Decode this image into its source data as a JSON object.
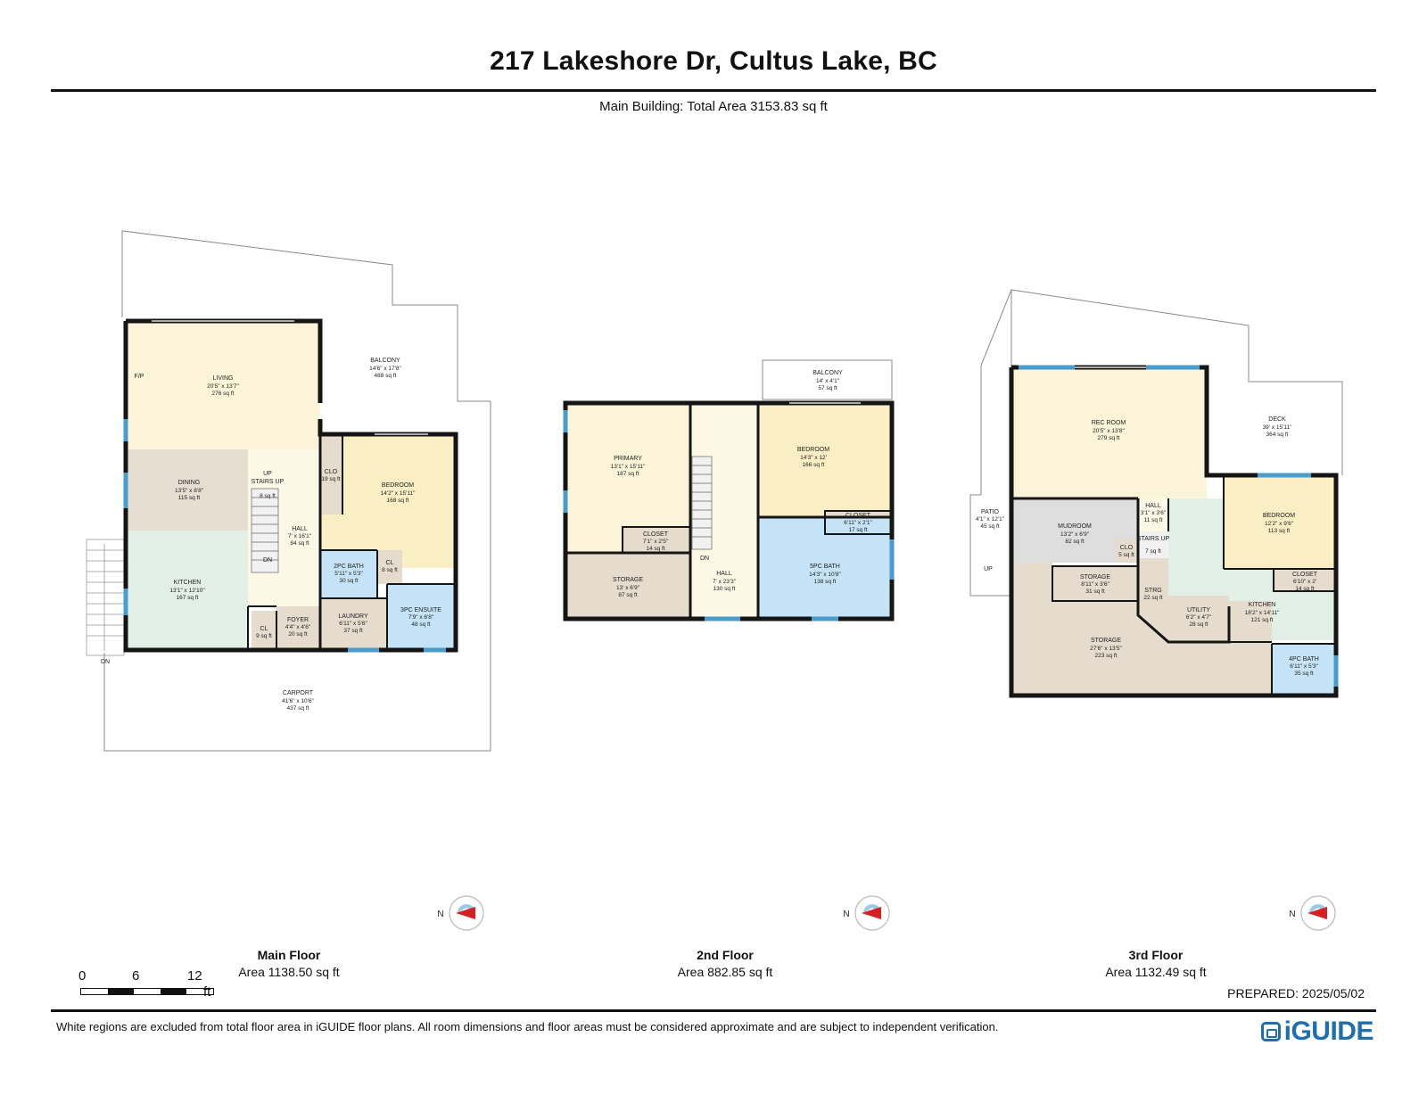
{
  "header": {
    "title": "217 Lakeshore Dr, Cultus Lake, BC",
    "subtitle": "Main Building: Total Area 3153.83 sq ft"
  },
  "floors": [
    {
      "name": "Main Floor",
      "area": "Area 1138.50 sq ft",
      "rooms": [
        {
          "name": "LIVING",
          "dim": "20'5\" x 13'7\"",
          "area": "276 sq ft"
        },
        {
          "name": "BALCONY",
          "dim": "14'6\" x 17'8\"",
          "area": "488 sq ft"
        },
        {
          "name": "DINING",
          "dim": "13'5\" x 8'8\"",
          "area": "115 sq ft"
        },
        {
          "name": "BEDROOM",
          "dim": "14'2\" x 15'11\"",
          "area": "168 sq ft"
        },
        {
          "name": "KITCHEN",
          "dim": "13'1\" x 12'10\"",
          "area": "167 sq ft"
        },
        {
          "name": "HALL",
          "dim": "7' x 16'1\"",
          "area": "84 sq ft"
        },
        {
          "name": "2PC BATH",
          "dim": "5'11\" x 5'3\"",
          "area": "30 sq ft"
        },
        {
          "name": "3PC ENSUITE",
          "dim": "7'9\" x 6'8\"",
          "area": "48 sq ft"
        },
        {
          "name": "LAUNDRY",
          "dim": "6'11\" x 5'6\"",
          "area": "37 sq ft"
        },
        {
          "name": "FOYER",
          "dim": "4'4\" x 4'6\"",
          "area": "20 sq ft"
        },
        {
          "name": "CLO",
          "dim": "",
          "area": "19 sq ft"
        },
        {
          "name": "CL",
          "dim": "",
          "area": "8 sq ft"
        },
        {
          "name": "CL",
          "dim": "",
          "area": "9 sq ft"
        },
        {
          "name": "STAIRS UP",
          "dim": "",
          "area": "8 sq ft"
        },
        {
          "name": "CARPORT",
          "dim": "41'6\" x 10'6\"",
          "area": "437 sq ft"
        }
      ],
      "marks": {
        "fp": "F/P",
        "up": "UP",
        "dn": "DN",
        "dn2": "DN"
      }
    },
    {
      "name": "2nd Floor",
      "area": "Area 882.85 sq ft",
      "rooms": [
        {
          "name": "BALCONY",
          "dim": "14' x 4'1\"",
          "area": "57 sq ft"
        },
        {
          "name": "PRIMARY",
          "dim": "13'1\" x 15'11\"",
          "area": "187 sq ft"
        },
        {
          "name": "BEDROOM",
          "dim": "14'3\" x 12'",
          "area": "166 sq ft"
        },
        {
          "name": "CLOSET",
          "dim": "7'1\" x 2'5\"",
          "area": "17 sq ft"
        },
        {
          "name": "CLOSET",
          "dim": "6'11\" x 2'1\"",
          "area": "14 sq ft"
        },
        {
          "name": "STORAGE",
          "dim": "13' x 6'9\"",
          "area": "87 sq ft"
        },
        {
          "name": "HALL",
          "dim": "7' x 23'3\"",
          "area": "130 sq ft"
        },
        {
          "name": "5PC BATH",
          "dim": "14'3\" x 10'8\"",
          "area": "138 sq ft"
        }
      ],
      "marks": {
        "dn": "DN"
      }
    },
    {
      "name": "3rd Floor",
      "area": "Area 1132.49 sq ft",
      "rooms": [
        {
          "name": "REC ROOM",
          "dim": "20'5\" x 13'8\"",
          "area": "279 sq ft"
        },
        {
          "name": "DECK",
          "dim": "39' x 15'11\"",
          "area": "364 sq ft"
        },
        {
          "name": "PATIO",
          "dim": "4'1\" x 12'1\"",
          "area": "45 sq ft"
        },
        {
          "name": "MUDROOM",
          "dim": "13'2\" x 6'9\"",
          "area": "82 sq ft"
        },
        {
          "name": "HALL",
          "dim": "3'1\" x 3'6\"",
          "area": "11 sq ft"
        },
        {
          "name": "BEDROOM",
          "dim": "12'2\" x 9'6\"",
          "area": "113 sq ft"
        },
        {
          "name": "STORAGE",
          "dim": "8'11\" x 3'6\"",
          "area": "31 sq ft"
        },
        {
          "name": "CLO",
          "dim": "",
          "area": "5 sq ft"
        },
        {
          "name": "STAIRS UP",
          "dim": "",
          "area": "7 sq ft"
        },
        {
          "name": "STRG",
          "dim": "",
          "area": "22 sq ft"
        },
        {
          "name": "UTILITY",
          "dim": "6'2\" x 4'7\"",
          "area": "28 sq ft"
        },
        {
          "name": "CLOSET",
          "dim": "6'10\" x 2'",
          "area": "14 sq ft"
        },
        {
          "name": "KITCHEN",
          "dim": "18'2\" x 14'11\"",
          "area": "121 sq ft"
        },
        {
          "name": "STORAGE",
          "dim": "27'6\" x 13'5\"",
          "area": "223 sq ft"
        },
        {
          "name": "4PC BATH",
          "dim": "6'11\" x 5'3\"",
          "area": "35 sq ft"
        }
      ],
      "marks": {
        "up": "UP"
      }
    }
  ],
  "compass": {
    "label": "N"
  },
  "scale": {
    "n0": "0",
    "n1": "6",
    "n2": "12",
    "unit": "ft"
  },
  "prepared": "PREPARED: 2025/05/02",
  "disclaimer": "White regions are excluded from total floor area in iGUIDE floor plans. All room dimensions and floor areas must be considered approximate and are subject to independent verification.",
  "logo": {
    "text": "iGUIDE"
  },
  "colors": {
    "living": "#fbf4d8",
    "bedroom": "#faeec4",
    "kitchen": "#e2efe6",
    "dining": "#e5ded1",
    "bath": "#c4e3f7",
    "storage": "#e6dccd",
    "hall": "#fbf8e6",
    "mudroom": "#dedede",
    "wall": "#151515",
    "window": "#4a9ccc",
    "accent": "#1f6fb0",
    "compass_red": "#d42020"
  }
}
